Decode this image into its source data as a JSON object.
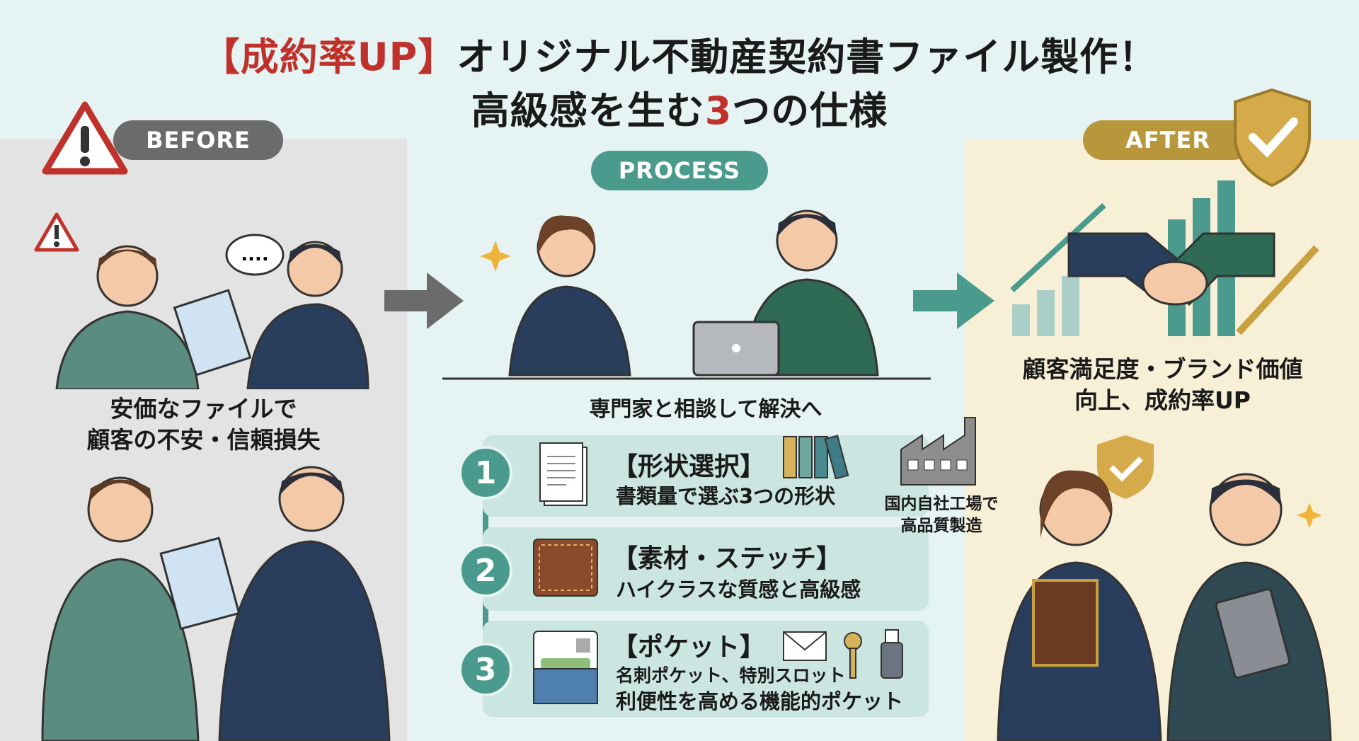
{
  "title": {
    "line1_prefix": "【成約率UP】",
    "line1_rest": "オリジナル不動産契約書ファイル製作！",
    "line2_a": "高級感を生む",
    "line2_num": "3",
    "line2_b": "つの仕様"
  },
  "before": {
    "badge": "BEFORE",
    "caption_line1": "安価なファイルで",
    "caption_line2": "顧客の不安・信頼損失",
    "speech": "...."
  },
  "process": {
    "badge": "PROCESS",
    "caption": "専門家と相談して解決へ"
  },
  "after": {
    "badge": "AFTER",
    "caption_line1": "顧客満足度・ブランド価値",
    "caption_line2": "向上、成約率UP"
  },
  "steps": [
    {
      "number": "1",
      "title": "【形状選択】",
      "desc": "書類量で選ぶ3つの形状"
    },
    {
      "number": "2",
      "title": "【素材・ステッチ】",
      "desc": "ハイクラスな質感と高級感"
    },
    {
      "number": "3",
      "title": "【ポケット】",
      "desc_line1": "名刺ポケット、特別スロット",
      "desc_line2": "利便性を高める機能的ポケット"
    }
  ],
  "factory": {
    "line1": "国内自社工場で",
    "line2": "高品質製造"
  },
  "colors": {
    "teal": "#4a9a8d",
    "gold": "#b8963c",
    "gray": "#6b6b6b",
    "red": "#c0312b"
  }
}
